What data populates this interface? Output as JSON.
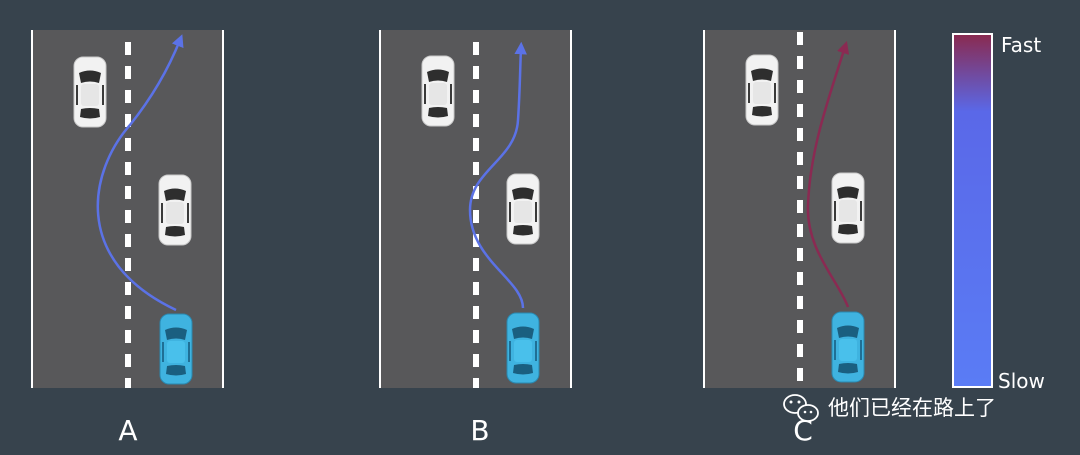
{
  "panels": [
    {
      "label": "A",
      "path_color": "#5b72e6"
    },
    {
      "label": "B",
      "path_color": "#5b72e6"
    },
    {
      "label": "C",
      "path_color": "#8a2a52"
    }
  ],
  "legend": {
    "top_label": "Fast",
    "bottom_label": "Slow",
    "fast_color": "#8a2a4f",
    "slow_color": "#5a7cf5"
  },
  "colors": {
    "background": "#37434d",
    "road": "#58585a",
    "lane_marking": "#ffffff",
    "ego_car": "#3fb3e0",
    "other_car": "#f2f2f2"
  },
  "watermark": {
    "icon": "wechat-icon",
    "text": "他们已经在路上了"
  }
}
